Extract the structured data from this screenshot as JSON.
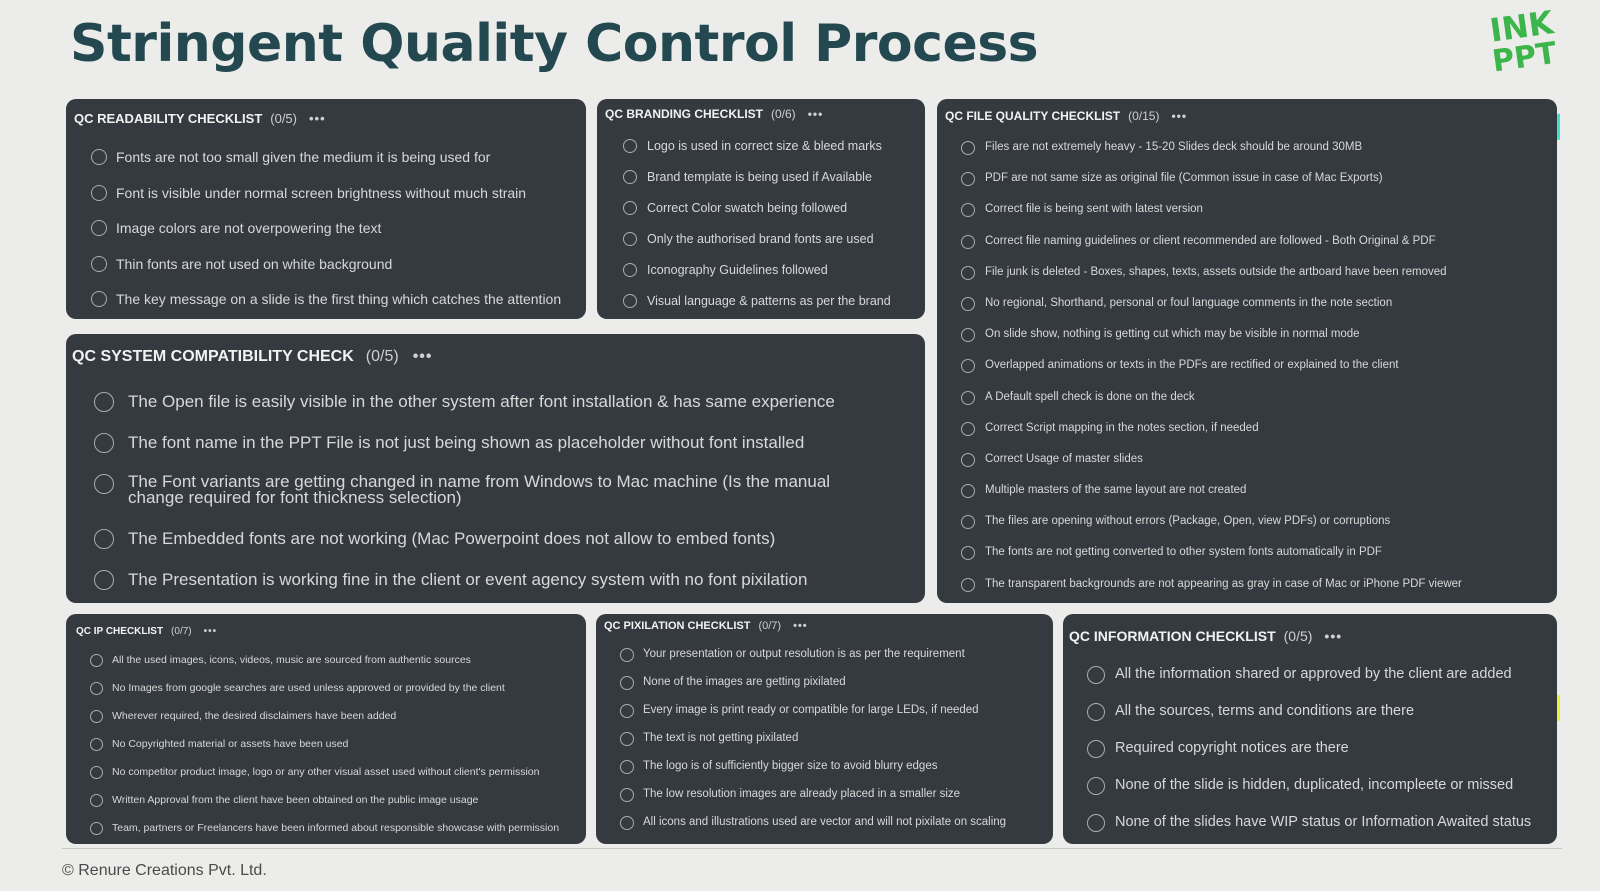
{
  "title": "Stringent Quality Control Process",
  "logo_text": "INK PPT",
  "colors": {
    "brand_green": "#3cb54a",
    "card_bg": "#353a40",
    "title": "#244850",
    "stripe_cyan": "#3ee0cf",
    "stripe_green": "#5ad04a",
    "stripe_yellow": "#f0ef3a"
  },
  "readability": {
    "title": "QC READABILITY CHECKLIST",
    "count": "(0/5)",
    "dots": "•••",
    "items": [
      "Fonts are not too small given the medium it is being used for",
      "Font is visible under normal screen brightness without much strain",
      "Image colors are not overpowering the text",
      "Thin fonts are not used on white background",
      "The key message on a slide is the first thing which catches the attention"
    ]
  },
  "branding": {
    "title": "QC BRANDING CHECKLIST",
    "count": "(0/6)",
    "dots": "•••",
    "items": [
      "Logo is used in correct size & bleed marks",
      "Brand template is being used if Available",
      "Correct Color swatch being followed",
      "Only the authorised brand fonts are used",
      "Iconography Guidelines followed",
      "Visual language & patterns as per the brand"
    ]
  },
  "file_quality": {
    "title": "QC FILE QUALITY CHECKLIST",
    "count": "(0/15)",
    "dots": "•••",
    "items": [
      "Files are not extremely heavy - 15-20 Slides deck should be around 30MB",
      "PDF are not same size as original file (Common issue in case of Mac Exports)",
      "Correct file is being sent with latest version",
      "Correct file naming guidelines or client recommended are followed - Both Original & PDF",
      "File junk is deleted - Boxes, shapes, texts, assets outside the artboard have been removed",
      "No regional, Shorthand, personal or foul language comments in the note section",
      "On slide show, nothing is getting cut which may be visible in normal mode",
      "Overlapped animations or texts in the PDFs are rectified or explained to the client",
      "A Default spell check is done on the deck",
      "Correct Script mapping in the notes section, if needed",
      "Correct Usage of master slides",
      "Multiple masters of the same layout are not created",
      "The files are opening without errors (Package, Open, view PDFs) or corruptions",
      "The fonts are not getting converted to other system fonts automatically in PDF",
      "The transparent backgrounds are not appearing as gray in case of Mac or iPhone PDF viewer"
    ]
  },
  "system": {
    "title": "QC SYSTEM COMPATIBILITY CHECK",
    "count": "(0/5)",
    "dots": "•••",
    "items": [
      "The Open file is easily visible in the other system after font installation & has same experience",
      "The font name in the PPT File is not just being shown as placeholder without font installed",
      "The Font variants are getting changed in name from Windows to Mac machine (Is the manual change required for font thickness selection)",
      "The Embedded fonts are not working  (Mac Powerpoint does not allow to embed fonts)",
      "The Presentation is working fine in the client or event agency system with no font pixilation"
    ]
  },
  "ip": {
    "title": "QC IP CHECKLIST",
    "count": "(0/7)",
    "dots": "•••",
    "items": [
      "All the used images, icons, videos, music are sourced from authentic sources",
      "No Images from google searches are used unless approved or provided by the client",
      "Wherever required, the desired disclaimers have been added",
      "No Copyrighted material or assets have been used",
      "No competitor product image, logo or any other visual asset used without client's permission",
      "Written Approval from the client have been obtained on the public image usage",
      "Team, partners or Freelancers have been informed about responsible showcase with permission"
    ]
  },
  "pixilation": {
    "title": "QC PIXILATION CHECKLIST",
    "count": "(0/7)",
    "dots": "•••",
    "items": [
      "Your presentation or output resolution is as per the requirement",
      "None of the images are getting pixilated",
      "Every image is print ready or compatible for large LEDs, if needed",
      "The text is not getting pixilated",
      "The logo is of sufficiently bigger size to avoid blurry edges",
      "The low resolution images are already placed in a smaller size",
      "All icons and illustrations used are vector and will not pixilate on scaling"
    ]
  },
  "information": {
    "title": "QC INFORMATION CHECKLIST",
    "count": "(0/5)",
    "dots": "•••",
    "items": [
      "All the information shared or approved by the client are added",
      "All the sources, terms and conditions are there",
      "Required copyright notices are there",
      "None of the slide is hidden, duplicated, incompleete or missed",
      "None of the slides have WIP status or Information Awaited status"
    ]
  },
  "footer": "© Renure Creations Pvt. Ltd."
}
